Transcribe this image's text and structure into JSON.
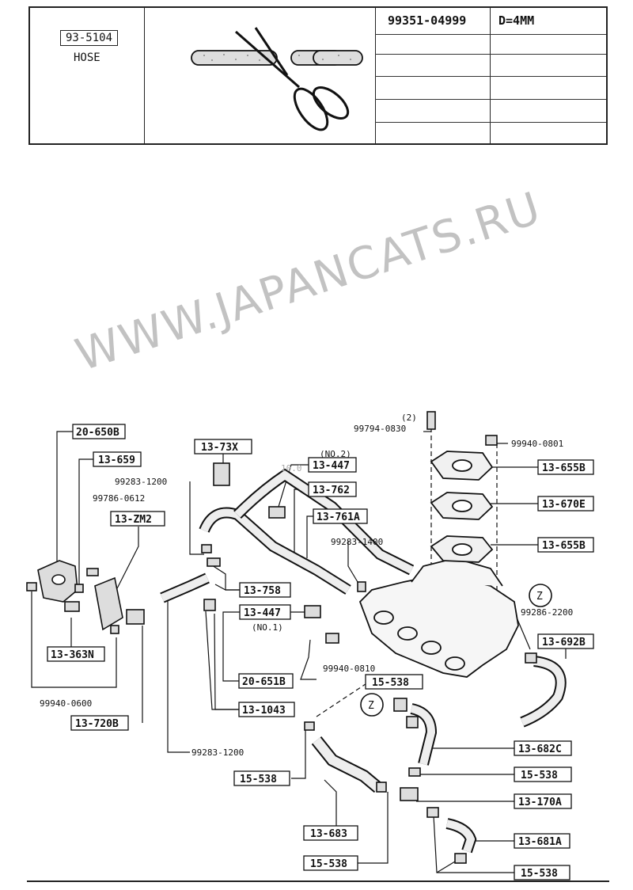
{
  "header": {
    "part_code": "93-5104",
    "part_name": "HOSE",
    "spec_code": "99351-04999",
    "spec_value": "D=4MM"
  },
  "watermark": "WWW.JAPANCATS.RU",
  "faint_stamp": "10.0",
  "callouts": {
    "c20_650B": "20-650B",
    "c13_659": "13-659",
    "c13_ZM2": "13-ZM2",
    "c13_73X": "13-73X",
    "c13_447_no2": "13-447",
    "c13_762": "13-762",
    "c13_761A": "13-761A",
    "c13_655B_top": "13-655B",
    "c13_670E": "13-670E",
    "c13_655B_bot": "13-655B",
    "c13_758": "13-758",
    "c13_447_no1": "13-447",
    "c13_363N": "13-363N",
    "c20_651B": "20-651B",
    "c13_1043": "13-1043",
    "c13_720B": "13-720B",
    "c13_692B": "13-692B",
    "c15_538_a": "15-538",
    "c13_682C": "13-682C",
    "c15_538_b": "15-538",
    "c15_538_c": "15-538",
    "c13_170A": "13-170A",
    "c13_683": "13-683",
    "c13_681A": "13-681A",
    "c15_538_d": "15-538",
    "c15_538_e": "15-538"
  },
  "labels": {
    "qty2": "(2)",
    "bolt": "99794-0830",
    "nut": "99940-0801",
    "clip1": "99283-1200",
    "screw": "99786-0612",
    "clip2": "99283-1400",
    "no2": "(NO.2)",
    "no1": "(NO.1)",
    "stud": "99286-2200",
    "nut2": "99940-0810",
    "nut3": "99940-0600",
    "clip3": "99283-1200"
  },
  "zoom_marker": "Z"
}
